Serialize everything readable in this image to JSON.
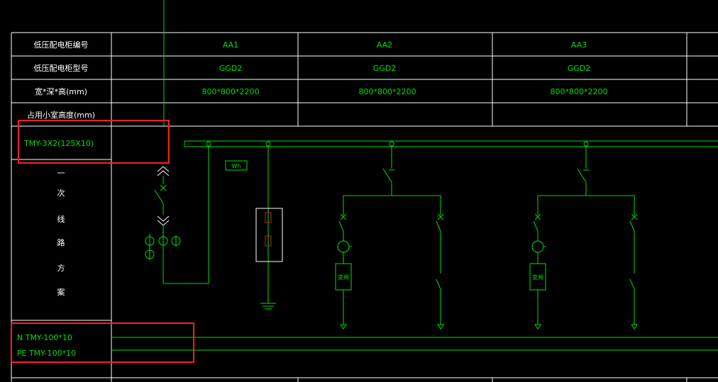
{
  "table": {
    "row_labels": [
      "低压配电柜编号",
      "低压配电柜型号",
      "宽*深*高(mm)",
      "占用小室高度(mm)"
    ],
    "columns": [
      {
        "code": "AA1",
        "model": "GGD2",
        "dims": "800*800*2200"
      },
      {
        "code": "AA2",
        "model": "GGD2",
        "dims": "800*800*2200"
      },
      {
        "code": "AA3",
        "model": "GGD2",
        "dims": "800*800*2200"
      }
    ]
  },
  "busbar": {
    "main_label": "TMY-3X2(125X10)"
  },
  "scheme_label_chars": [
    "一",
    "次",
    "线",
    "路",
    "方",
    "案"
  ],
  "n_pe": {
    "n_label": "N  TMY-100*10",
    "pe_label": "PE  TMY-100*10"
  },
  "devices": {
    "meter_label": "Wh",
    "vfd_label": "变频"
  },
  "colors": {
    "line_green": "#00e000",
    "frame_white": "#ffffff",
    "highlight_red": "#ff2020"
  }
}
